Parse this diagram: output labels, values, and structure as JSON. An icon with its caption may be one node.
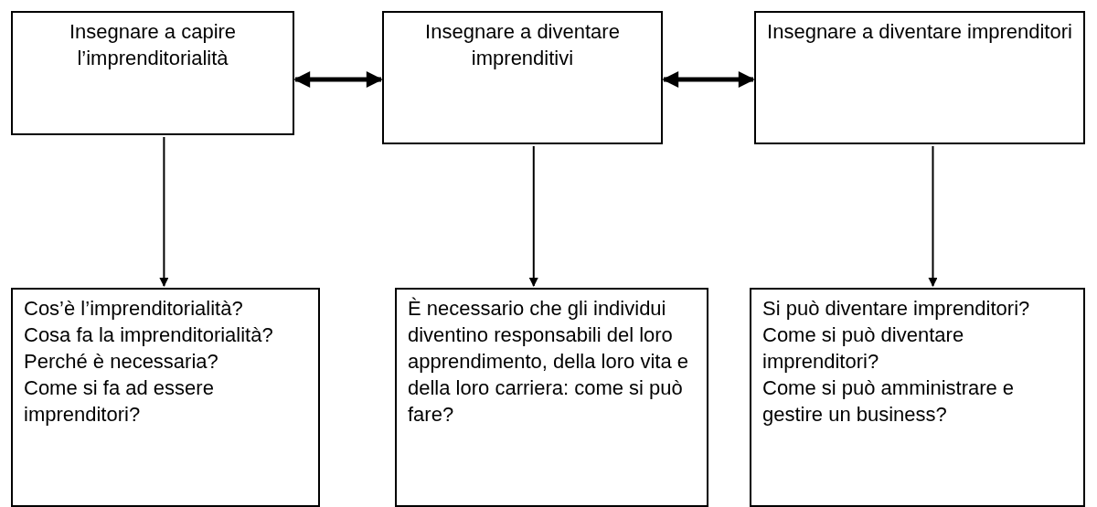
{
  "diagram": {
    "nodes": [
      {
        "text": [
          "Insegnare a capire l’imprenditorialità"
        ]
      },
      {
        "text": [
          "Insegnare a diventare imprenditivi"
        ]
      },
      {
        "text": [
          "Insegnare a diventare imprenditori"
        ]
      },
      {
        "text": [
          "Cos’è l’imprenditorialità?",
          "Cosa fa la imprenditorialità?",
          "Perché è necessaria?",
          "Come si fa ad essere imprenditori?"
        ]
      },
      {
        "text": [
          "È necessario che gli individui diventino responsabili del loro apprendimento, della loro vita e della loro carriera: come si può fare?"
        ]
      },
      {
        "text": [
          "Si può diventare imprenditori?",
          "Come si può diventare imprenditori?",
          "Come si può amministrare e gestire un business?"
        ]
      }
    ],
    "edges": [
      {
        "from": 0,
        "to": 1,
        "arrow": "both",
        "style": "thick"
      },
      {
        "from": 1,
        "to": 2,
        "arrow": "both",
        "style": "thick"
      },
      {
        "from": 0,
        "to": 3,
        "arrow": "to"
      },
      {
        "from": 1,
        "to": 4,
        "arrow": "to"
      },
      {
        "from": 2,
        "to": 5,
        "arrow": "to"
      }
    ]
  }
}
